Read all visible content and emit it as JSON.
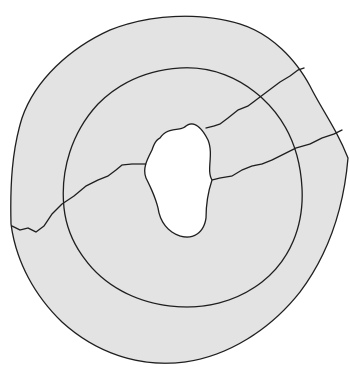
{
  "colors": {
    "fill": "#e3e3e3",
    "stroke": "#1e1e1e",
    "background": "#ffffff"
  },
  "diagram": {
    "shape": "irregular ring with central hole",
    "rings": 2,
    "cracks": 2
  }
}
